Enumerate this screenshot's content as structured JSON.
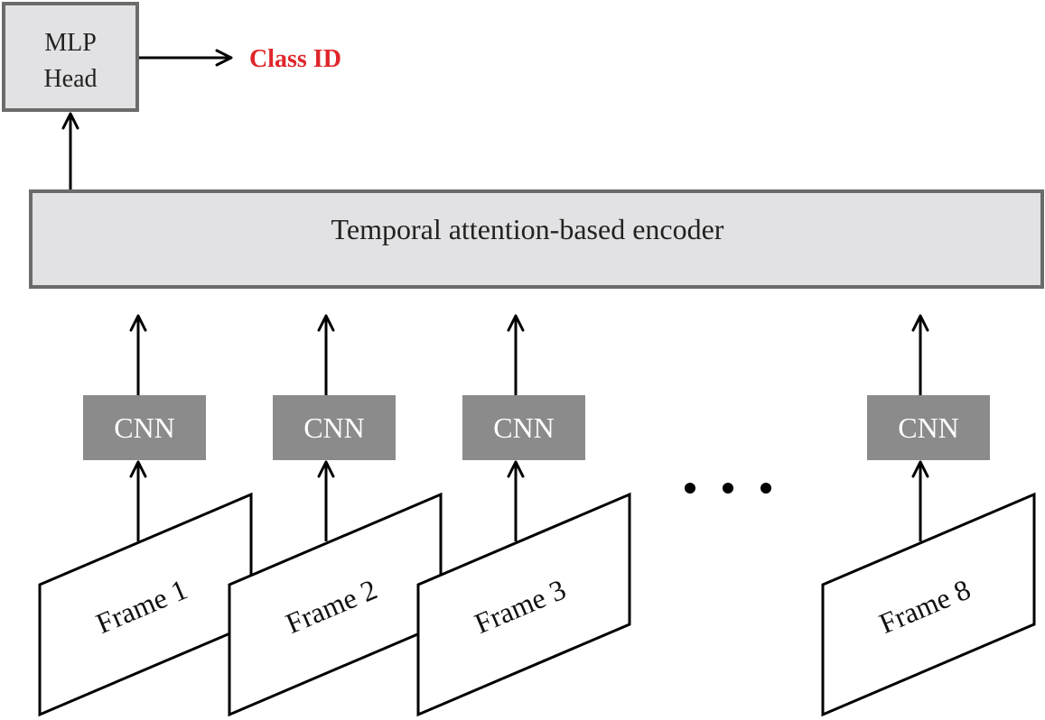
{
  "mlp_head": {
    "line1": "MLP",
    "line2": "Head"
  },
  "output_label": "Class ID",
  "encoder_label": "Temporal attention-based encoder",
  "cnn_label": "CNN",
  "frames": [
    {
      "label": "Frame 1"
    },
    {
      "label": "Frame 2"
    },
    {
      "label": "Frame 3"
    },
    {
      "label": "Frame 8"
    }
  ],
  "colors": {
    "box_fill": "#e2e2e4",
    "box_stroke": "#6b6b6b",
    "cnn_fill": "#8b8b8b",
    "cnn_text": "#ffffff",
    "output_text": "#e0262b",
    "line": "#000000"
  }
}
